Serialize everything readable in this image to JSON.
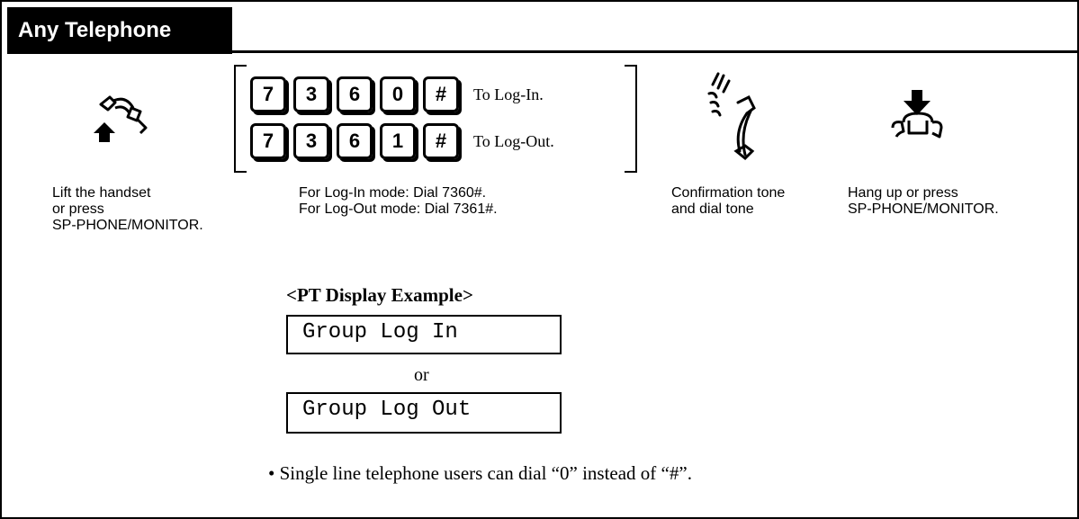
{
  "section": {
    "title": "Any Telephone"
  },
  "steps": [
    {
      "icon": "handset-lift-icon",
      "caption_lines": [
        "Lift the handset",
        "or press",
        "SP-PHONE/MONITOR."
      ]
    },
    {
      "icon": "dial-keypad",
      "caption_lines": [
        "For Log-In mode: Dial 7360#.",
        "For Log-Out mode: Dial 7361#."
      ]
    },
    {
      "icon": "ringing-handset-icon",
      "caption_lines": [
        "Confirmation tone",
        "and dial tone"
      ]
    },
    {
      "icon": "handset-hang-up-icon",
      "caption_lines": [
        "Hang up or press",
        "SP-PHONE/MONITOR."
      ]
    }
  ],
  "keypad": {
    "login": {
      "keys": [
        "7",
        "3",
        "6",
        "0",
        "#"
      ],
      "label": "To Log-In."
    },
    "logout": {
      "keys": [
        "7",
        "3",
        "6",
        "1",
        "#"
      ],
      "label": "To Log-Out."
    }
  },
  "display_example": {
    "title": "<PT Display Example>",
    "lines": [
      "Group Log In",
      "Group Log Out"
    ],
    "separator": "or"
  },
  "note": "• Single line telephone users can dial “0” instead of “#”."
}
